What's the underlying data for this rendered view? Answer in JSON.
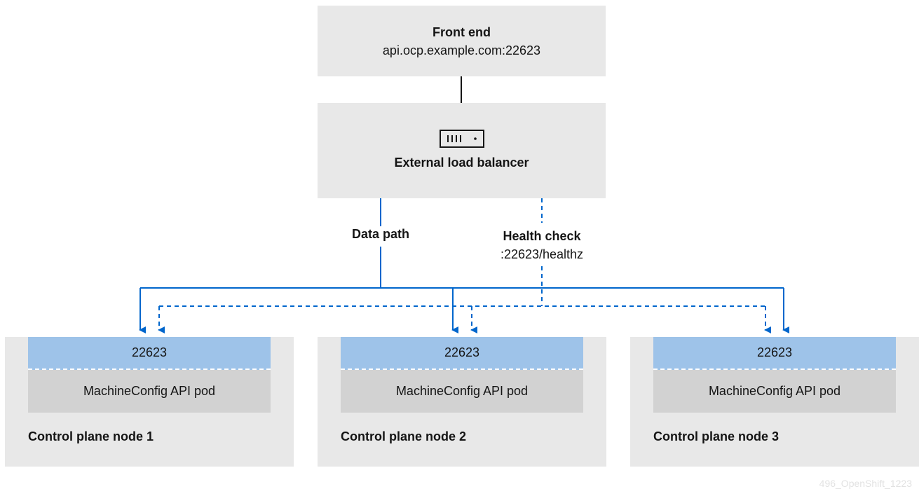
{
  "front_end": {
    "title": "Front end",
    "address": "api.ocp.example.com:22623"
  },
  "load_balancer": {
    "title": "External load balancer",
    "icon": "server-icon"
  },
  "paths": {
    "data_path": "Data path",
    "health_check": "Health check",
    "health_endpoint": ":22623/healthz"
  },
  "nodes": [
    {
      "label": "Control plane node 1",
      "port": "22623",
      "pod": "MachineConfig API pod"
    },
    {
      "label": "Control plane node 2",
      "port": "22623",
      "pod": "MachineConfig API pod"
    },
    {
      "label": "Control plane node 3",
      "port": "22623",
      "pod": "MachineConfig API pod"
    }
  ],
  "footer": "496_OpenShift_1223",
  "colors": {
    "box_bg": "#e8e8e8",
    "port_bg": "#9ec3e9",
    "pod_bg": "#d2d2d2",
    "line_blue": "#0066cc",
    "line_dark": "#151515"
  }
}
